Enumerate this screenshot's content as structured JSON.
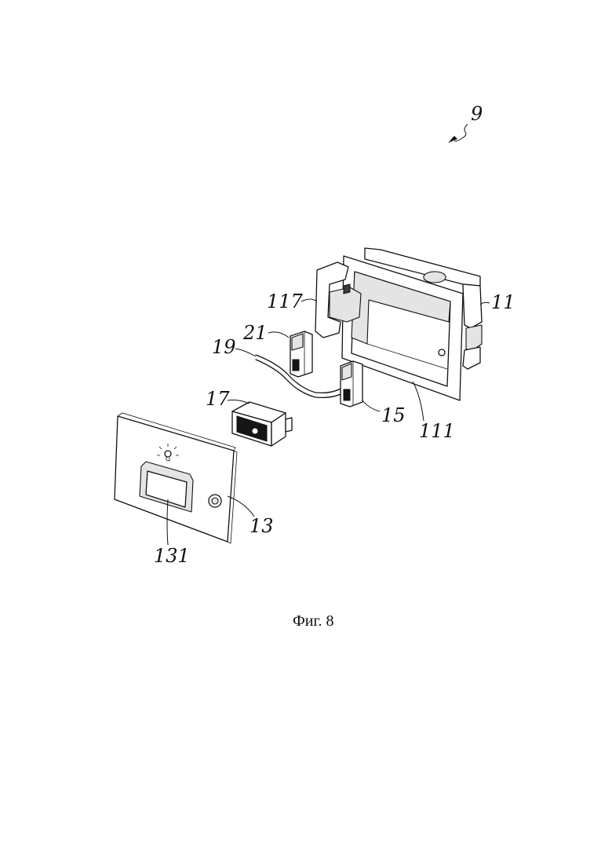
{
  "figure": {
    "caption": "Фиг. 8",
    "assembly_ref": "9"
  },
  "labels": {
    "housing": "11",
    "housing_opening": "111",
    "housing_slot": "117",
    "panel": "13",
    "panel_window": "131",
    "connector_lower": "15",
    "switch": "17",
    "cable": "19",
    "connector_upper": "21"
  }
}
